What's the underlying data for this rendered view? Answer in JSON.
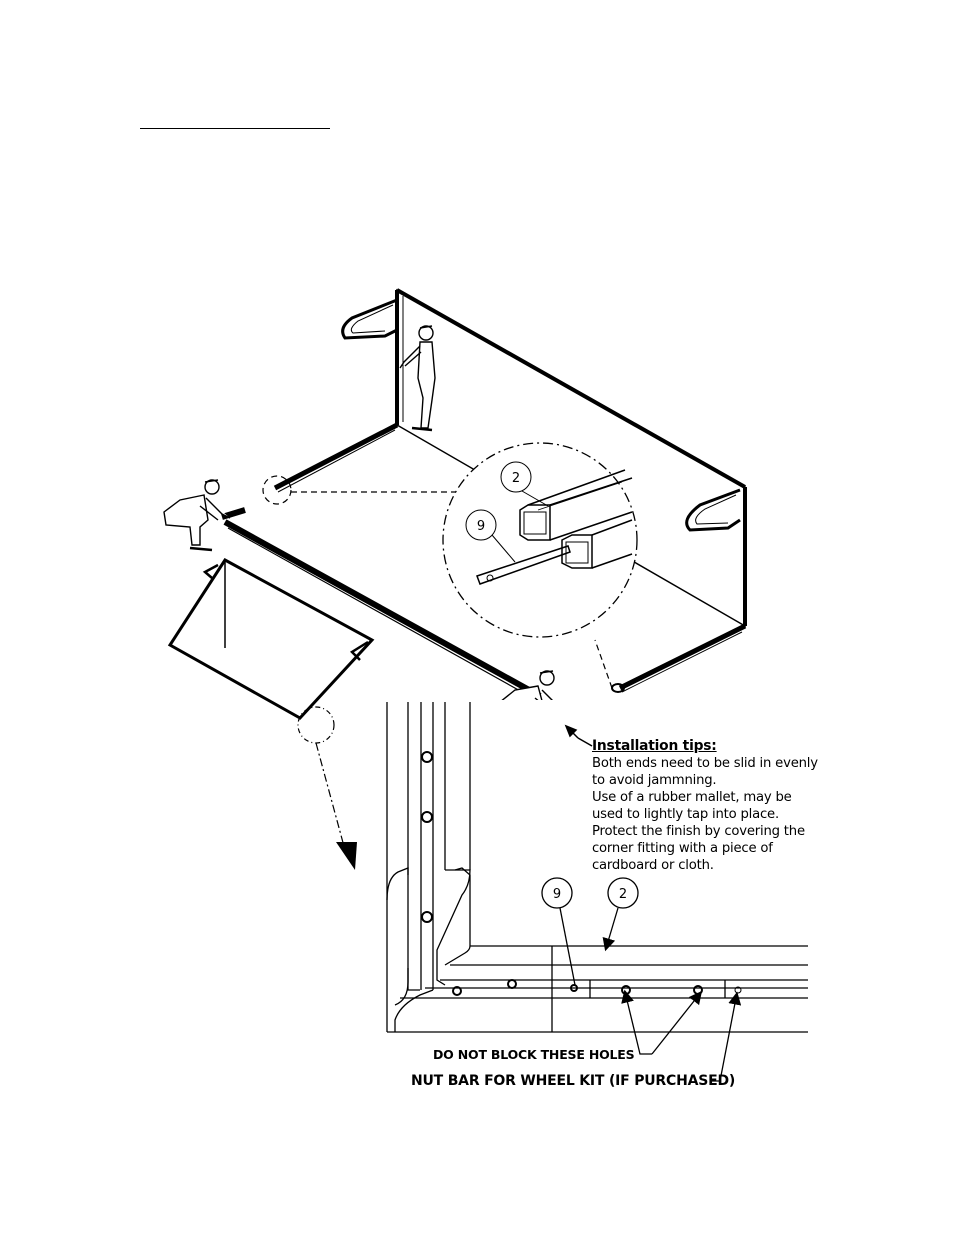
{
  "installation_tips": {
    "heading": "Installation tips:",
    "lines": [
      "Both ends need to be slid in evenly",
      "to avoid jammning.",
      "Use of a rubber mallet, may be",
      "used to lightly tap into place.",
      "Protect the finish by covering the",
      "corner fitting with a piece of",
      "cardboard or cloth."
    ]
  },
  "callouts": {
    "detail_top_part_2": "2",
    "detail_top_part_9": "9",
    "detail_bottom_part_9": "9",
    "detail_bottom_part_2": "2"
  },
  "warnings": {
    "holes": "DO NOT BLOCK THESE HOLES",
    "nut_bar": "NUT BAR FOR WHEEL KIT (IF PURCHASED)"
  },
  "icons": [
    "worker-figure",
    "detail-circle",
    "arrow-pointer"
  ]
}
